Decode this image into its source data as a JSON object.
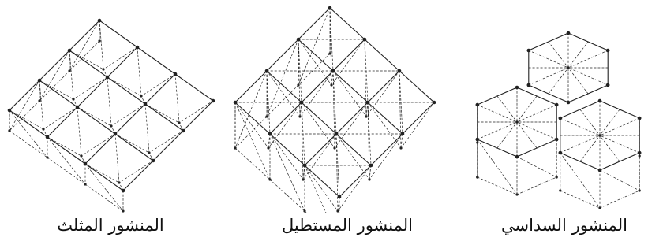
{
  "figure": {
    "captions": {
      "triangular": "المنشور المثلث",
      "rectangular": "المنشور المستطيل",
      "hexagonal": "المنشور السداسي"
    }
  },
  "style": {
    "ink": "#222222",
    "background": "#ffffff"
  }
}
